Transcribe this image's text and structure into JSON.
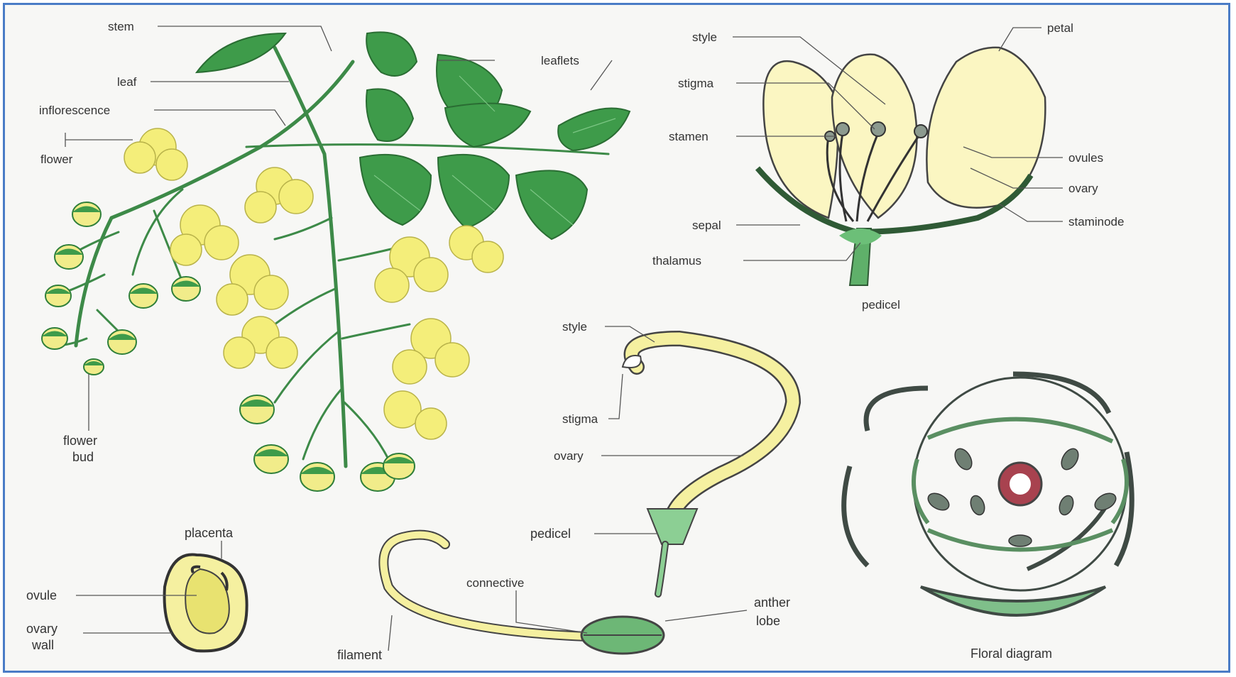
{
  "diagram": {
    "labels": {
      "stem": "stem",
      "leaf": "leaf",
      "leaflets": "leaflets",
      "inflorescence": "inflorescence",
      "flower": "flower",
      "flower_bud_1": "flower",
      "flower_bud_2": "bud",
      "style_top": "style",
      "petal": "petal",
      "stigma_top": "stigma",
      "stamen": "stamen",
      "ovules": "ovules",
      "ovary_top": "ovary",
      "staminode": "staminode",
      "sepal": "sepal",
      "thalamus": "thalamus",
      "pedicel_top": "pedicel",
      "style_mid": "style",
      "stigma_mid": "stigma",
      "ovary_mid": "ovary",
      "pedicel_mid": "pedicel",
      "placenta": "placenta",
      "ovule": "ovule",
      "ovary_wall_1": "ovary",
      "ovary_wall_2": "wall",
      "connective": "connective",
      "anther_lobe_1": "anther",
      "anther_lobe_2": "lobe",
      "filament": "filament",
      "floral_diagram": "Floral diagram"
    },
    "colors": {
      "frame_border": "#4a7cc6",
      "leaf_green": "#3e9b4a",
      "petal_yellow": "#f4ee7a",
      "gynoecium_red": "#a8424f"
    }
  }
}
